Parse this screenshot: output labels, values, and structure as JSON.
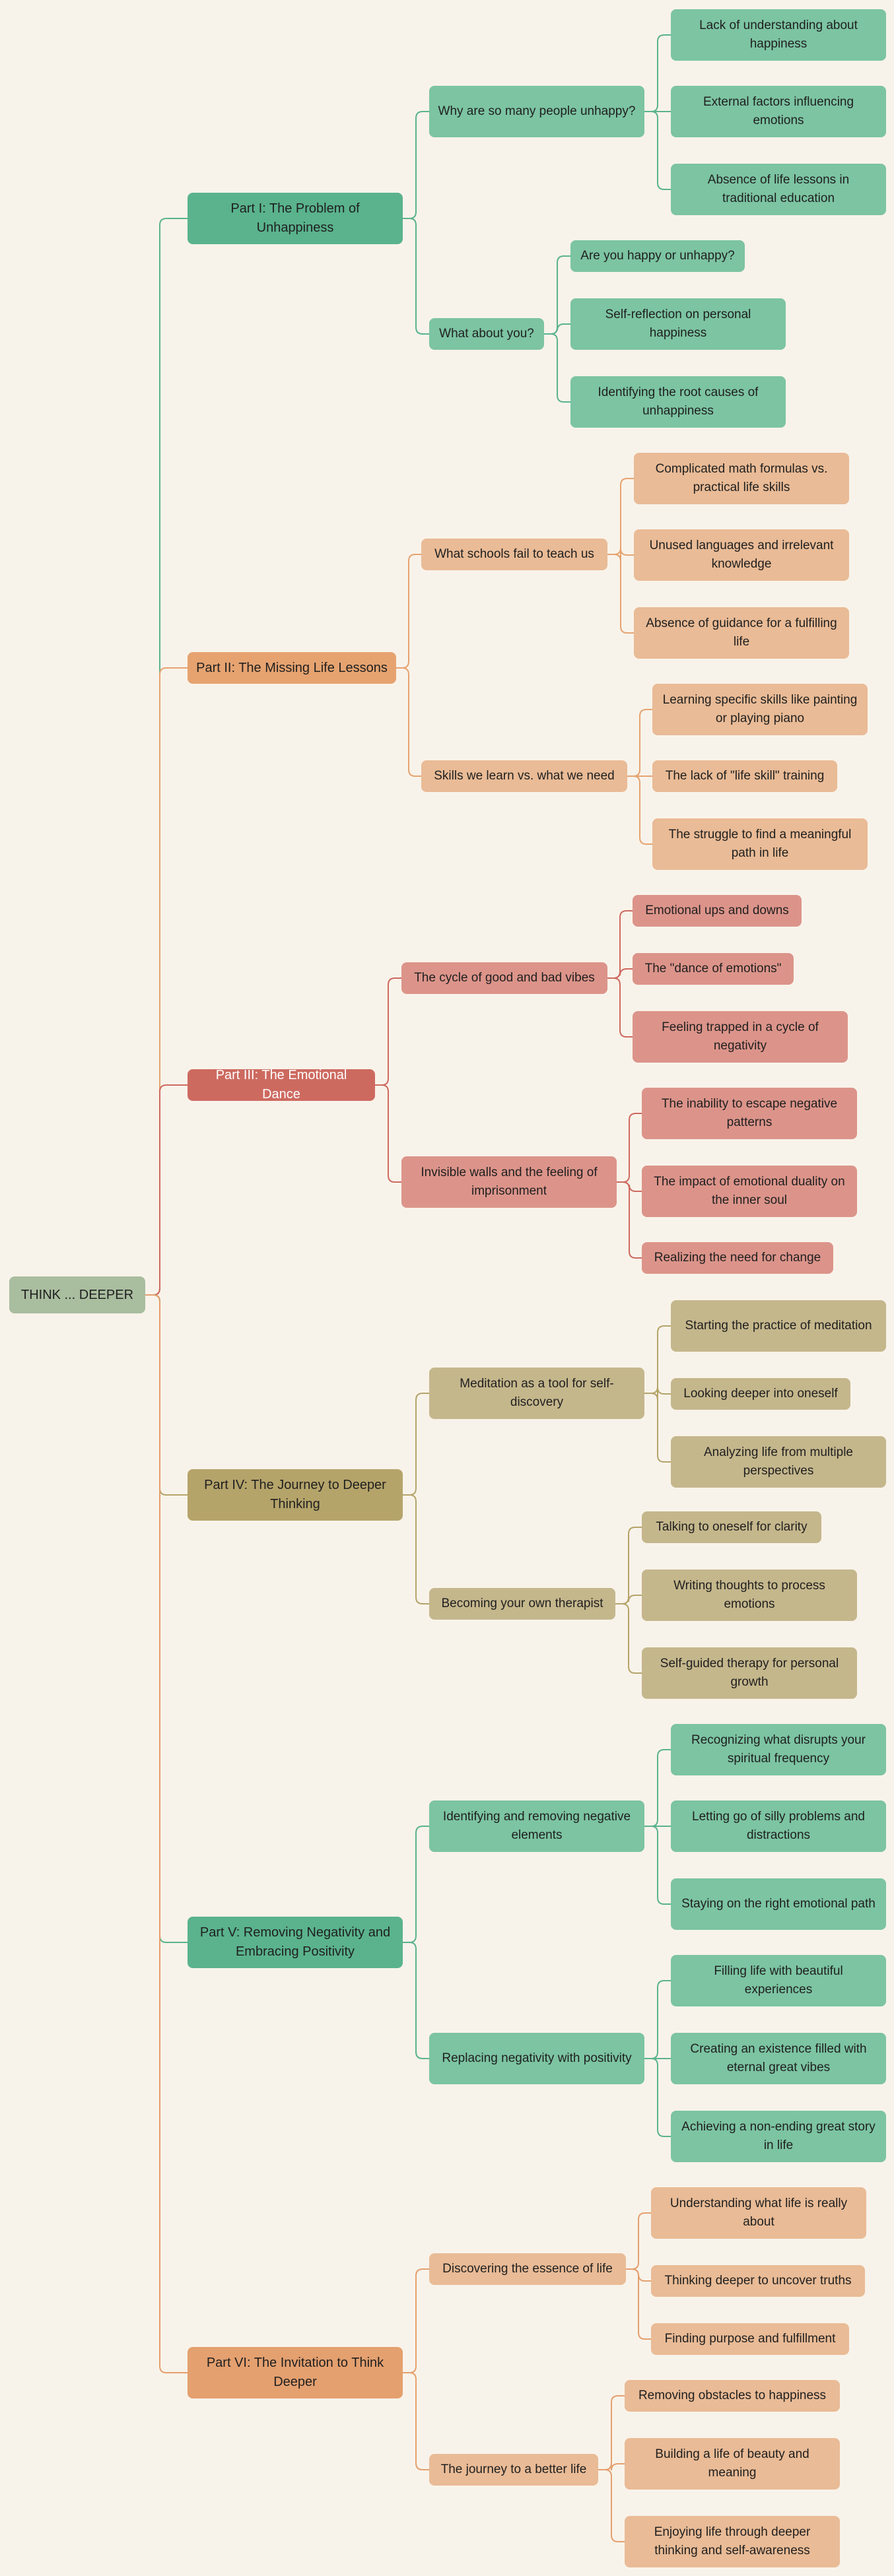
{
  "root": "THINK ... DEEPER",
  "colors": {
    "root": "#a9bd9f",
    "line_default": "#8fa88a",
    "green_part": "#5ab38d",
    "green_light": "#7cc4a2",
    "orange_part": "#e6a370",
    "orange_light": "#e9bb96",
    "red_part": "#cd6a60",
    "red_light": "#dc948a",
    "olive_part": "#b5a46a",
    "olive_light": "#c5b78c",
    "peach_part": "#e4a06f",
    "peach_light": "#e9bb96"
  },
  "parts": [
    {
      "label": "Part I: The Problem of Unhappiness",
      "color": "green",
      "children": [
        {
          "label": "Why are so many people unhappy?",
          "children": [
            "Lack of understanding about happiness",
            "External factors influencing emotions",
            "Absence of life lessons in traditional education"
          ]
        },
        {
          "label": "What about you?",
          "children": [
            "Are you happy or unhappy?",
            "Self-reflection on personal happiness",
            "Identifying the root causes of unhappiness"
          ]
        }
      ]
    },
    {
      "label": "Part II: The Missing Life Lessons",
      "color": "orange",
      "children": [
        {
          "label": "What schools fail to teach us",
          "children": [
            "Complicated math formulas vs. practical life skills",
            "Unused languages and irrelevant knowledge",
            "Absence of guidance for a fulfilling life"
          ]
        },
        {
          "label": "Skills we learn vs. what we need",
          "children": [
            "Learning specific skills like painting or playing piano",
            "The lack of \"life skill\" training",
            "The struggle to find a meaningful path in life"
          ]
        }
      ]
    },
    {
      "label": "Part III: The Emotional Dance",
      "color": "red",
      "children": [
        {
          "label": "The cycle of good and bad vibes",
          "children": [
            "Emotional ups and downs",
            "The \"dance of emotions\"",
            "Feeling trapped in a cycle of negativity"
          ]
        },
        {
          "label": "Invisible walls and the feeling of imprisonment",
          "children": [
            "The inability to escape negative patterns",
            "The impact of emotional duality on the inner soul",
            "Realizing the need for change"
          ]
        }
      ]
    },
    {
      "label": "Part IV: The Journey to Deeper Thinking",
      "color": "olive",
      "children": [
        {
          "label": "Meditation as a tool for self-discovery",
          "children": [
            "Starting the practice of meditation",
            "Looking deeper into oneself",
            "Analyzing life from multiple perspectives"
          ]
        },
        {
          "label": "Becoming your own therapist",
          "children": [
            "Talking to oneself for clarity",
            "Writing thoughts to process emotions",
            "Self-guided therapy for personal growth"
          ]
        }
      ]
    },
    {
      "label": "Part V: Removing Negativity and Embracing Positivity",
      "color": "green",
      "children": [
        {
          "label": "Identifying and removing negative elements",
          "children": [
            "Recognizing what disrupts your spiritual frequency",
            "Letting go of silly problems and distractions",
            "Staying on the right emotional path"
          ]
        },
        {
          "label": "Replacing negativity with positivity",
          "children": [
            "Filling life with beautiful experiences",
            "Creating an existence filled with eternal great vibes",
            "Achieving a non-ending great story in life"
          ]
        }
      ]
    },
    {
      "label": "Part VI: The Invitation to Think Deeper",
      "color": "peach",
      "children": [
        {
          "label": "Discovering the essence of life",
          "children": [
            "Understanding what life is really about",
            "Thinking deeper to uncover truths",
            "Finding purpose and fulfillment"
          ]
        },
        {
          "label": "The journey to a better life",
          "children": [
            "Removing obstacles to happiness",
            "Building a life of beauty and meaning",
            "Enjoying life through deeper thinking and self-awareness"
          ]
        }
      ]
    }
  ]
}
